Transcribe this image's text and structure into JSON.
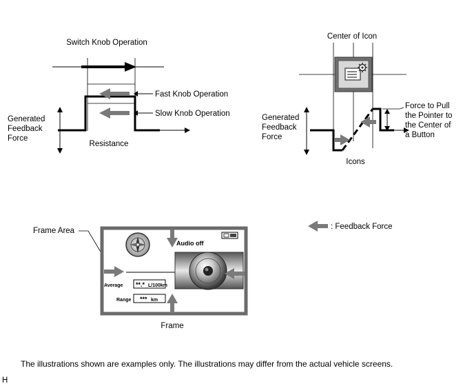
{
  "switch_knob": {
    "title": "Switch Knob Operation",
    "fast": "Fast Knob Operation",
    "slow": "Slow Knob Operation",
    "generated_feedback_force": [
      "Generated",
      "Feedback",
      "Force"
    ],
    "resistance": "Resistance"
  },
  "center_icon": {
    "title": "Center of Icon",
    "generated_feedback_force": [
      "Generated",
      "Feedback",
      "Force"
    ],
    "force_to_pull": [
      "Force to Pull",
      "the Pointer to",
      "the Center of",
      "a Button"
    ],
    "icons": "Icons",
    "icon_name": "settings-icon"
  },
  "legend": {
    "feedback_force": ": Feedback Force",
    "arrow_color": "#7a7a7a"
  },
  "frame_example": {
    "frame_area": "Frame Area",
    "frame": "Frame",
    "audio_off": "Audio off",
    "average_label": "Average",
    "average_value": "**.*",
    "average_unit": "L/100km",
    "range_label": "Range",
    "range_value": "***",
    "range_unit": "km",
    "frame_color": "#6b6b6b"
  },
  "footer": {
    "note": "The illustrations shown are examples only. The illustrations may differ from the actual vehicle screens.",
    "code": "H"
  }
}
